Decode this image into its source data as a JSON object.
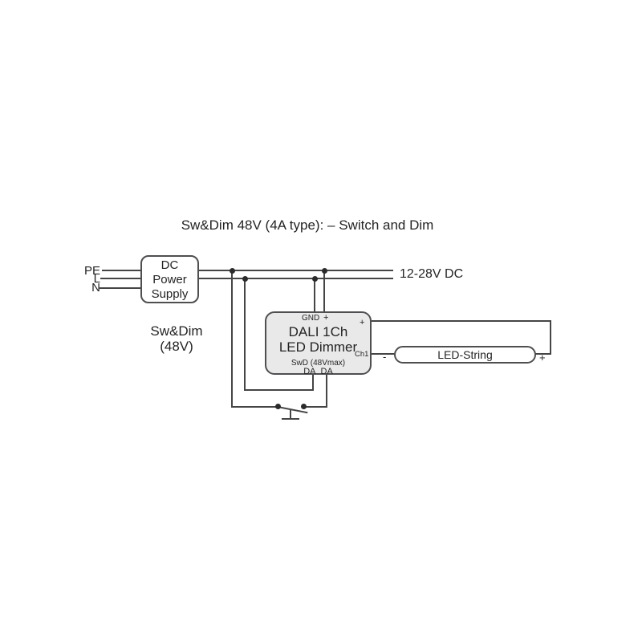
{
  "title": "Sw&Dim 48V (4A type): – Switch and Dim",
  "colors": {
    "wire": "#454545",
    "border": "#4f4f52",
    "text": "#242424",
    "dimmer_fill": "#e9e9ea",
    "background": "#ffffff"
  },
  "inputs": {
    "pe": "PE",
    "l": "L",
    "n": "N"
  },
  "power_supply": {
    "lines": [
      "DC",
      "Power",
      "Supply"
    ]
  },
  "dc_output_label": "12-28V DC",
  "system_label": {
    "line1": "Sw&Dim",
    "line2": "(48V)"
  },
  "dimmer": {
    "gnd": "GND",
    "plus_top": "+",
    "plus_out": "+",
    "name_line1": "DALI 1Ch",
    "name_line2": "LED Dimmer",
    "spec": "SwD (48Vmax)",
    "da_left": "DA",
    "da_right": "DA",
    "channel": "Ch1"
  },
  "led_string": {
    "label": "LED-String",
    "minus": "-",
    "plus": "+"
  }
}
